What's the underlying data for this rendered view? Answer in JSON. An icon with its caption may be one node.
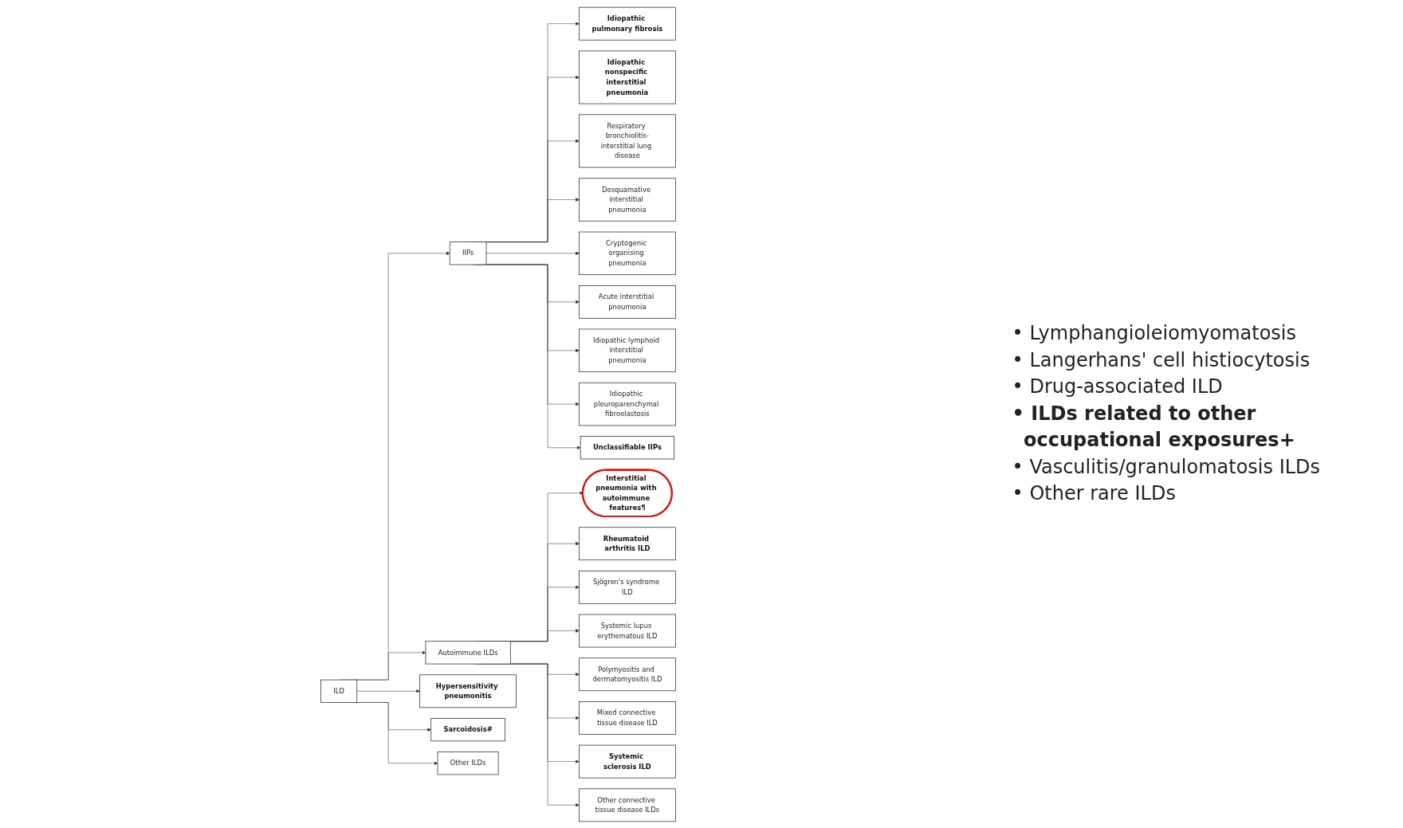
{
  "diagram": {
    "nodes": [
      {
        "text": [
          "ILD"
        ]
      },
      {
        "text": [
          "IIPs"
        ]
      },
      {
        "text": [
          "Autoimmune ILDs"
        ]
      },
      {
        "text": [
          "Hypersensitivity pneumonitis"
        ]
      },
      {
        "text": [
          "Sarcoidosis#"
        ]
      },
      {
        "text": [
          "Other ILDs"
        ]
      },
      {
        "text": [
          "Idiopathic pulmonary fibrosis"
        ]
      },
      {
        "text": [
          "Idiopathic nonspecific interstitial pneumonia"
        ]
      },
      {
        "text": [
          "Respiratory bronchiolitis-interstitial lung disease"
        ]
      },
      {
        "text": [
          "Desquamative interstitial pneumonia"
        ]
      },
      {
        "text": [
          "Cryptogenic organising pneumonia"
        ]
      },
      {
        "text": [
          "Acute interstitial pneumonia"
        ]
      },
      {
        "text": [
          "Idiopathic lymphoid interstitial pneumonia"
        ]
      },
      {
        "text": [
          "Idiopathic pleuroparenchymal fibroelastosis"
        ]
      },
      {
        "text": [
          "Unclassifiable IIPs"
        ]
      },
      {
        "text": [
          "Interstitial pneumonia with autoimmune features¶"
        ]
      },
      {
        "text": [
          "Rheumatoid arthritis ILD"
        ]
      },
      {
        "text": [
          "Sjögren's syndrome ILD"
        ]
      },
      {
        "text": [
          "Systemic lupus erythematous ILD"
        ]
      },
      {
        "text": [
          "Polymyositis and dermatomyositis ILD"
        ]
      },
      {
        "text": [
          "Mixed connective tissue disease ILD"
        ]
      },
      {
        "text": [
          "Systemic sclerosis ILD"
        ]
      },
      {
        "text": [
          "Other connective tissue disease ILDs"
        ]
      }
    ],
    "edges": [
      {
        "from": 0,
        "to": 1,
        "arrow": "to"
      },
      {
        "from": 0,
        "to": 2,
        "arrow": "to"
      },
      {
        "from": 0,
        "to": 3,
        "arrow": "to"
      },
      {
        "from": 0,
        "to": 4,
        "arrow": "to"
      },
      {
        "from": 0,
        "to": 5,
        "arrow": "to"
      },
      {
        "from": 1,
        "to": 6,
        "arrow": "to"
      },
      {
        "from": 1,
        "to": 7,
        "arrow": "to"
      },
      {
        "from": 1,
        "to": 8,
        "arrow": "to"
      },
      {
        "from": 1,
        "to": 9,
        "arrow": "to"
      },
      {
        "from": 1,
        "to": 10,
        "arrow": "to"
      },
      {
        "from": 1,
        "to": 11,
        "arrow": "to"
      },
      {
        "from": 1,
        "to": 12,
        "arrow": "to"
      },
      {
        "from": 1,
        "to": 13,
        "arrow": "to"
      },
      {
        "from": 1,
        "to": 14,
        "arrow": "to"
      },
      {
        "from": 2,
        "to": 15,
        "arrow": "to"
      },
      {
        "from": 2,
        "to": 16,
        "arrow": "to"
      },
      {
        "from": 2,
        "to": 17,
        "arrow": "to"
      },
      {
        "from": 2,
        "to": 18,
        "arrow": "to"
      },
      {
        "from": 2,
        "to": 19,
        "arrow": "to"
      },
      {
        "from": 2,
        "to": 20,
        "arrow": "to"
      },
      {
        "from": 2,
        "to": 21,
        "arrow": "to"
      },
      {
        "from": 2,
        "to": 22,
        "arrow": "to"
      }
    ],
    "labels": [
      "• Lymphangioleiomyomatosis",
      "• Langerhans' cell histiocytosis",
      "• Drug-associated ILD",
      "• ILDs related to other occupational exposures+",
      "• Vasculitis/granulomatosis ILDs",
      "• Other rare ILDs"
    ]
  }
}
